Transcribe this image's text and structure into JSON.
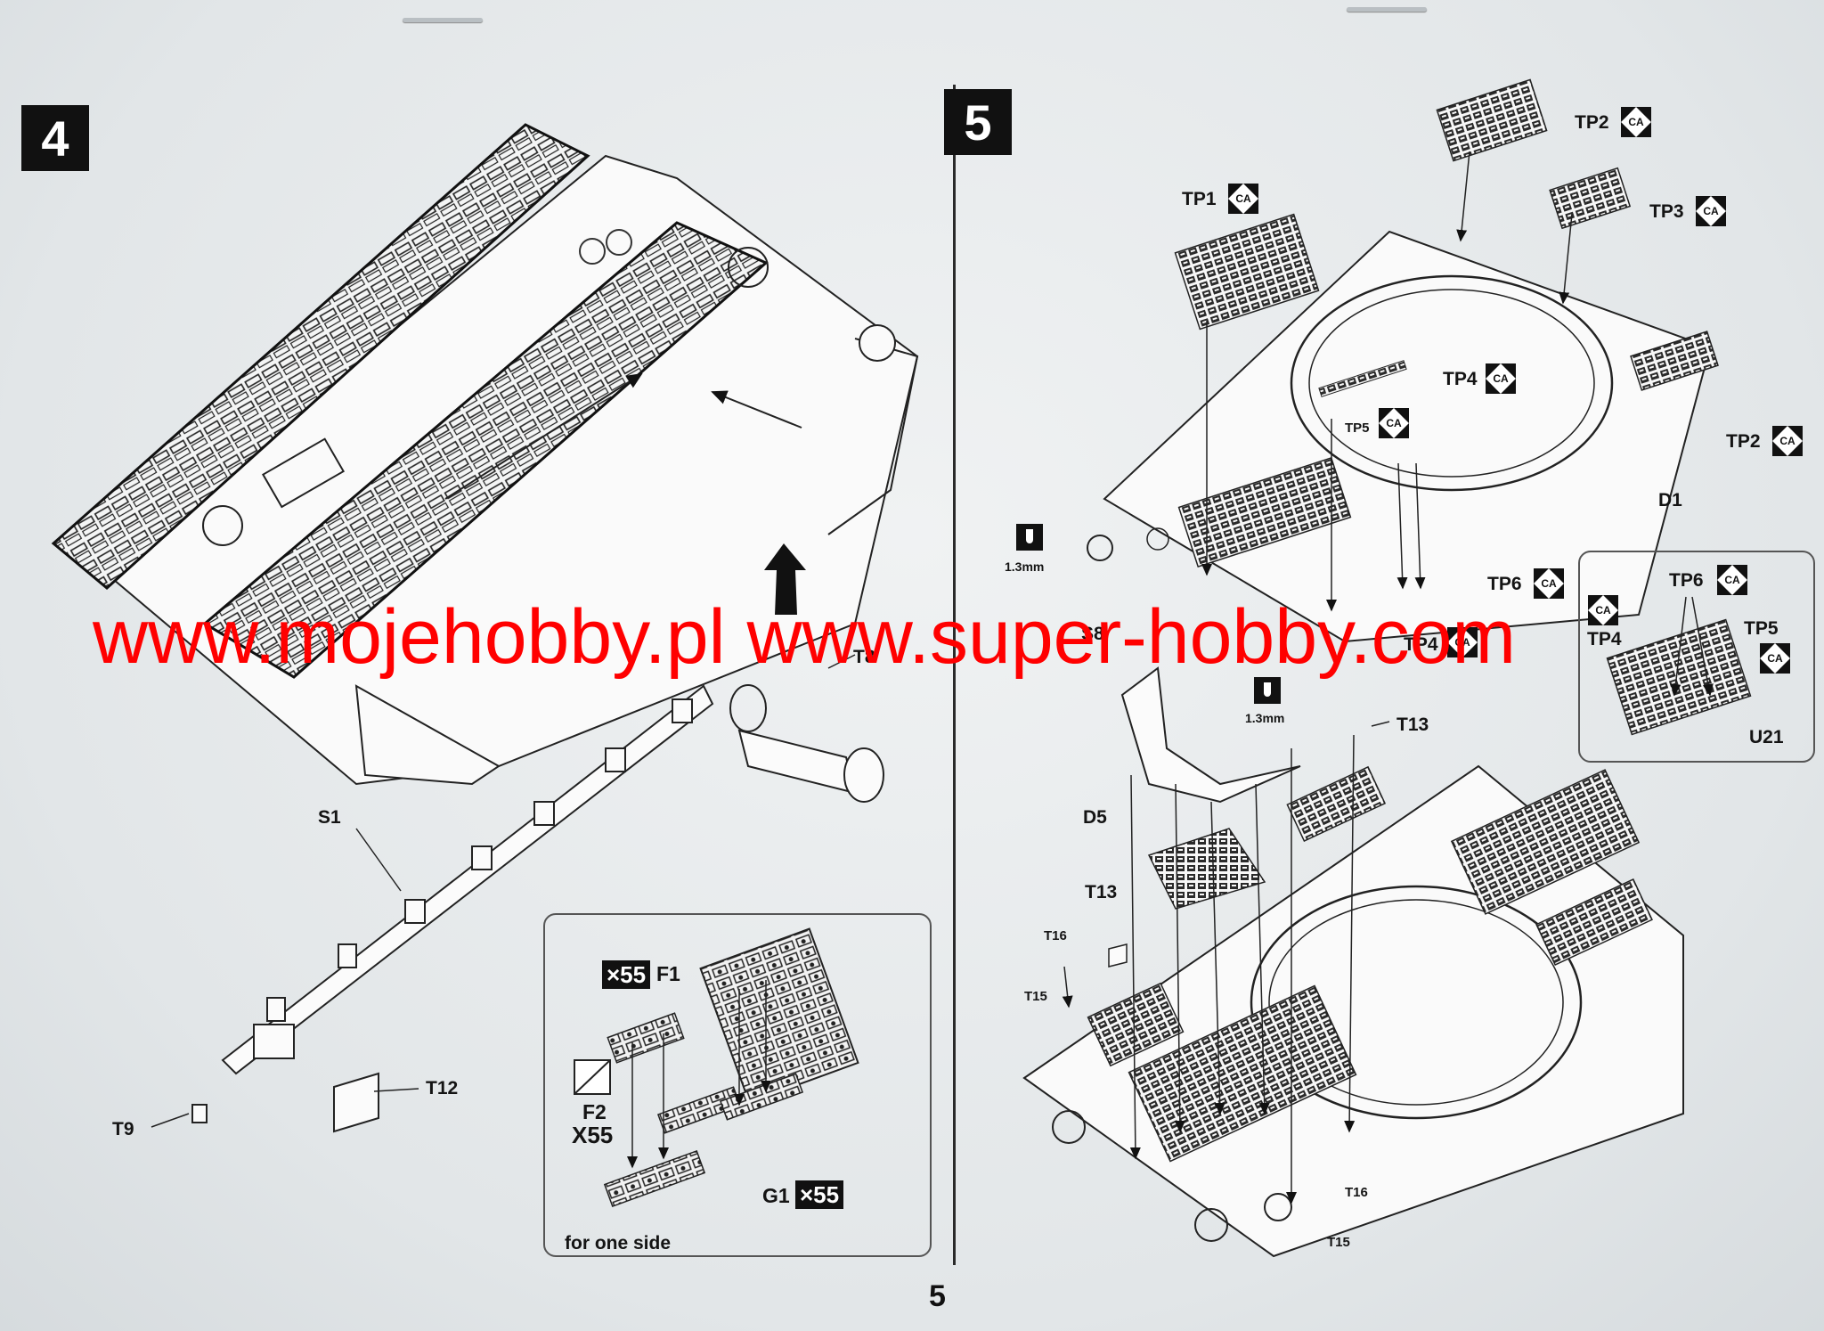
{
  "page_number": "5",
  "watermark": "www.mojehobby.pl www.super-hobby.com",
  "step4": {
    "step_number": "4",
    "labels": {
      "T8": "T8",
      "S1": "S1",
      "T12": "T12",
      "T9": "T9"
    },
    "inset": {
      "F1": "F1",
      "F1_qty": "×55",
      "F2": "F2",
      "F2_qty": "X55",
      "G1": "G1",
      "G1_qty": "×55",
      "caption": "for one side"
    }
  },
  "step5": {
    "step_number": "5",
    "ca_mark": "CA",
    "drill_size": "1.3mm",
    "labels": {
      "TP1": "TP1",
      "TP2": "TP2",
      "TP3": "TP3",
      "TP4": "TP4",
      "TP5": "TP5",
      "TP6": "TP6",
      "D1": "D1",
      "D5": "D5",
      "S8": "S8",
      "T13": "T13",
      "T15": "T15",
      "T16": "T16",
      "U21": "U21"
    }
  }
}
